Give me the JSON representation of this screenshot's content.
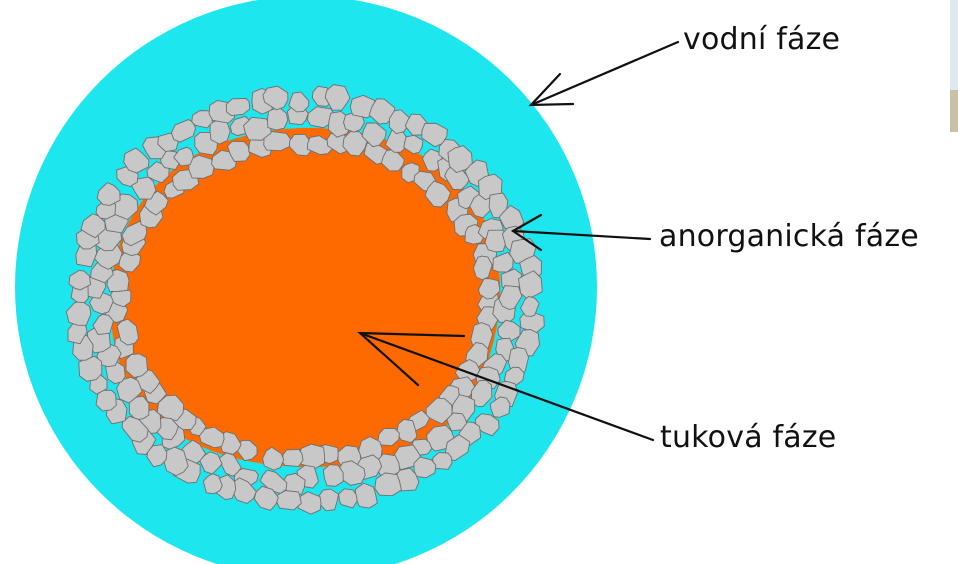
{
  "labels": {
    "water_phase": "vodní fáze",
    "inorganic_phase": "anorganická fáze",
    "fat_phase": "tuková fáze"
  },
  "colors": {
    "water": "#1ee6ee",
    "fat": "#ff6a00",
    "particle_fill": "#c8c8c8",
    "particle_stroke": "#6e6e6e",
    "arrow": "#111111",
    "background": "#ffffff"
  }
}
